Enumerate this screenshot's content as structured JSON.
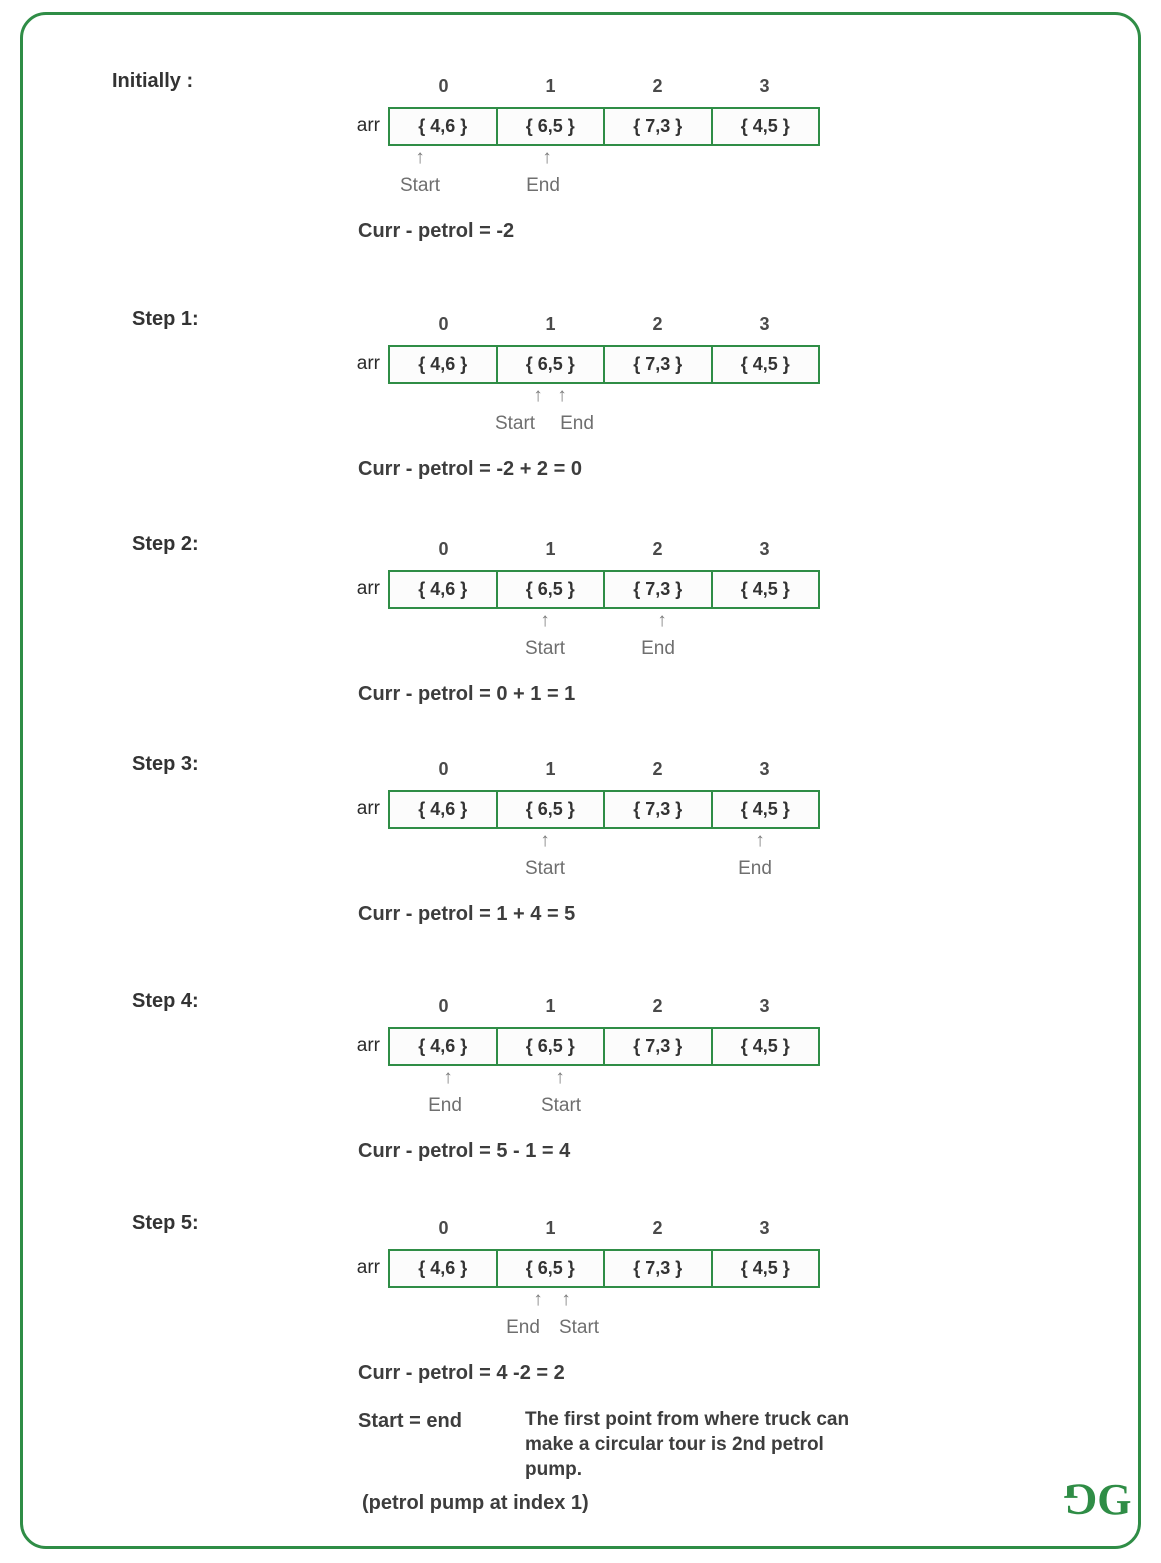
{
  "colors": {
    "green": "#2f8d46",
    "cell_bg": "#fcfcfc",
    "text_dark": "#3d3d3d",
    "text_gray": "#6f6f6f"
  },
  "icons": {
    "up_arrow": "↑"
  },
  "array": {
    "label": "arr",
    "indices": [
      "0",
      "1",
      "2",
      "3"
    ],
    "cells": [
      "{ 4,6 }",
      "{ 6,5 }",
      "{ 7,3 }",
      "{ 4,5 }"
    ]
  },
  "panels": [
    {
      "title": "Initially :",
      "formula": "Curr - petrol = -2",
      "pointers": [
        {
          "label": "Start"
        },
        {
          "label": "End"
        }
      ]
    },
    {
      "title": "Step 1:",
      "formula": "Curr - petrol = -2 + 2 = 0",
      "pointers": [
        {
          "label": "Start"
        },
        {
          "label": "End"
        }
      ]
    },
    {
      "title": "Step 2:",
      "formula": "Curr - petrol = 0 + 1 = 1",
      "pointers": [
        {
          "label": "Start"
        },
        {
          "label": "End"
        }
      ]
    },
    {
      "title": "Step 3:",
      "formula": "Curr - petrol = 1 + 4 = 5",
      "pointers": [
        {
          "label": "Start"
        },
        {
          "label": "End"
        }
      ]
    },
    {
      "title": "Step 4:",
      "formula": "Curr - petrol = 5 - 1 = 4",
      "pointers": [
        {
          "label": "End"
        },
        {
          "label": "Start"
        }
      ]
    },
    {
      "title": "Step 5:",
      "formula": "Curr - petrol = 4 -2 = 2",
      "pointers": [
        {
          "label": "End"
        },
        {
          "label": "Start"
        }
      ]
    }
  ],
  "footer": {
    "start_end": "Start = end",
    "note": "The first point from where truck can make a circular tour is 2nd petrol pump.",
    "index_note": "(petrol pump at index 1)",
    "logo_left": "G",
    "logo_right": "G"
  }
}
